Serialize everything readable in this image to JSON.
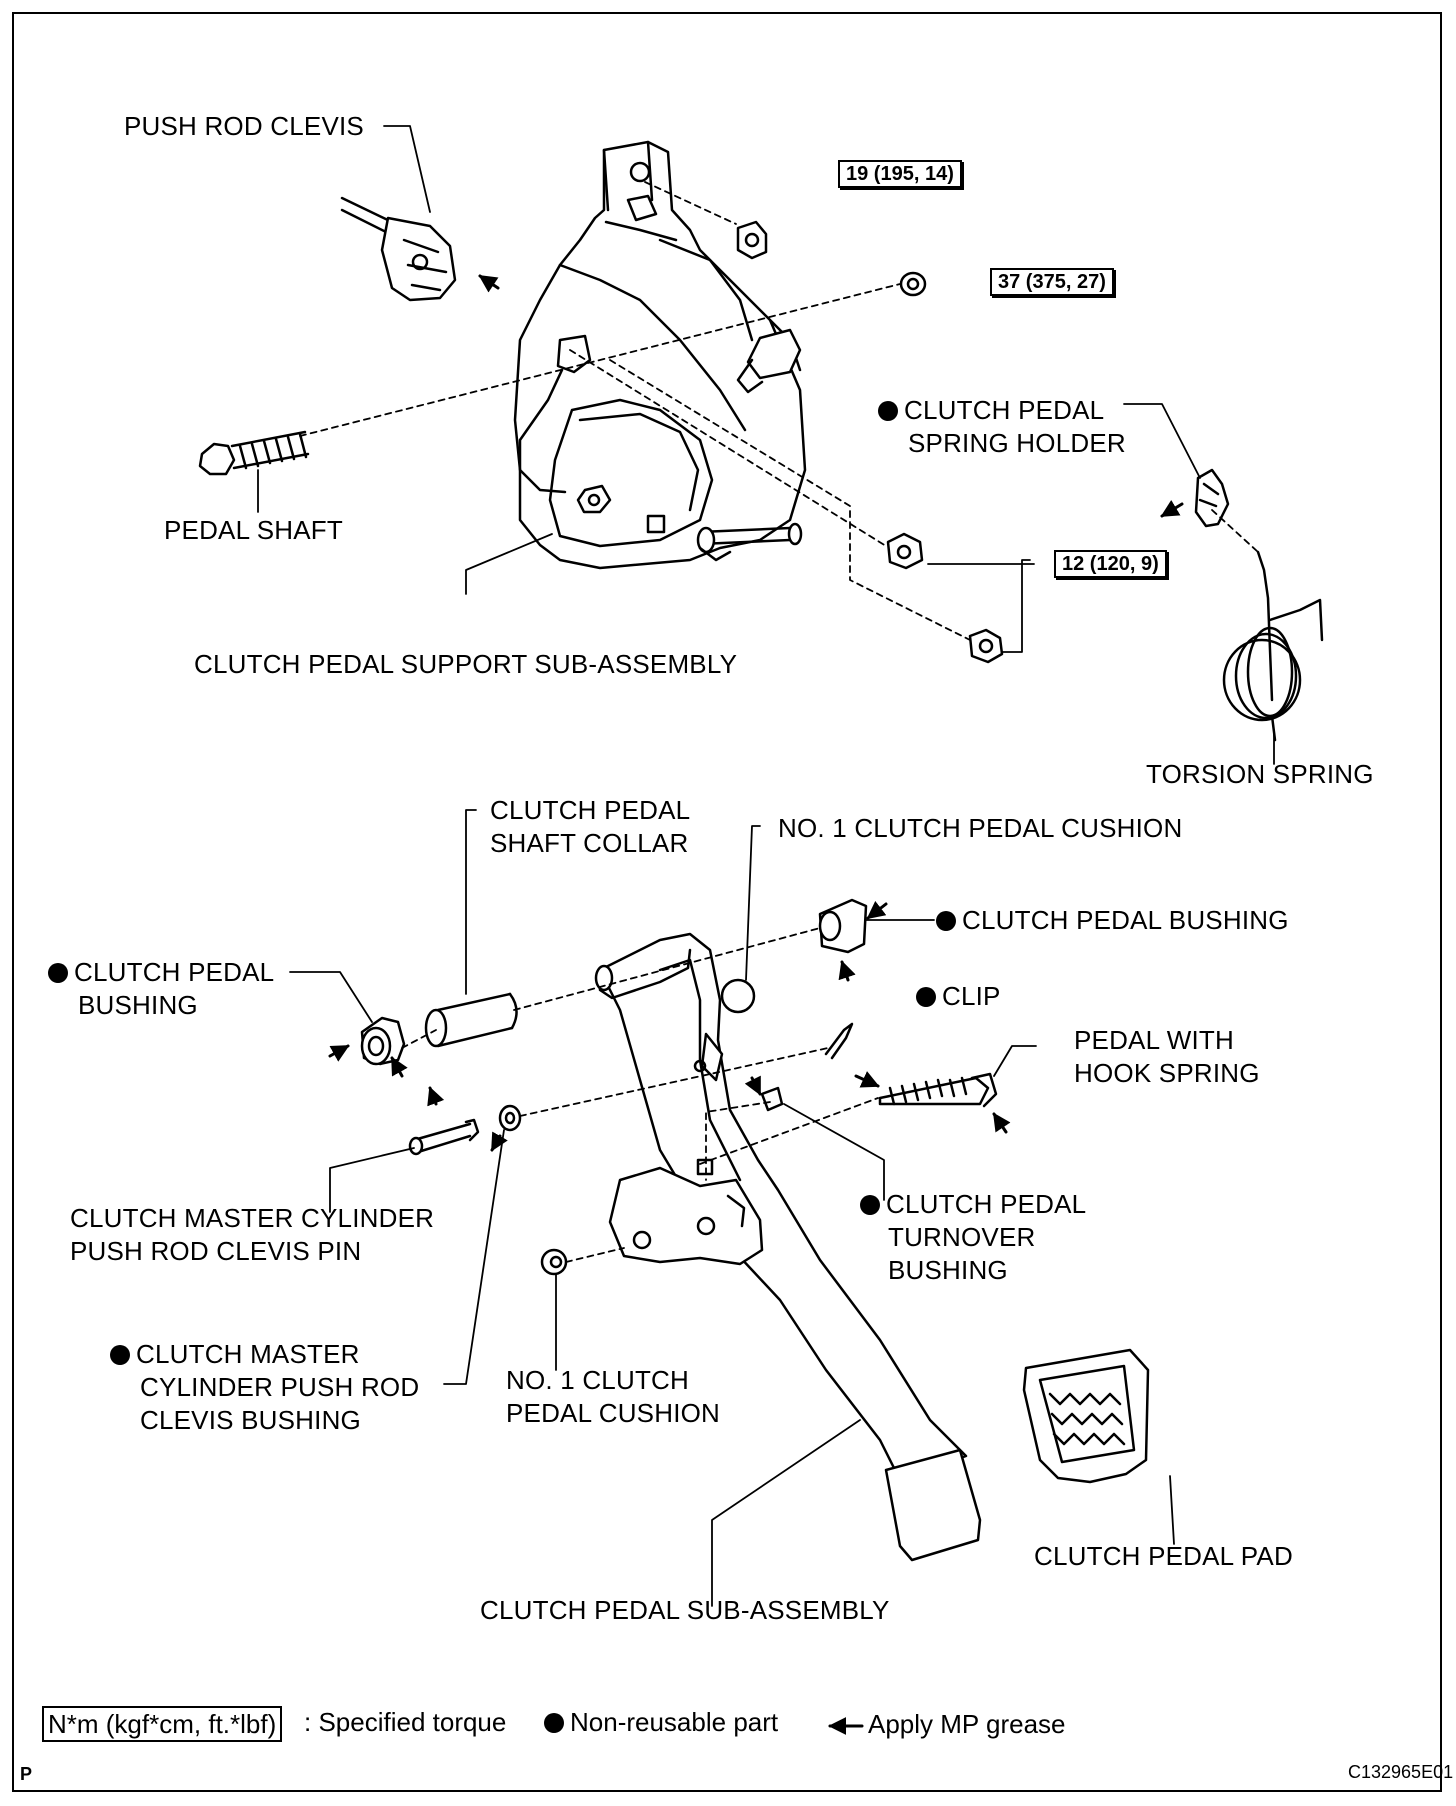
{
  "labels": {
    "push_rod_clevis": "PUSH ROD CLEVIS",
    "pedal_shaft": "PEDAL SHAFT",
    "support_sub_assembly": "CLUTCH PEDAL SUPPORT SUB-ASSEMBLY",
    "spring_holder_line1": "CLUTCH PEDAL",
    "spring_holder_line2": "SPRING HOLDER",
    "torsion_spring": "TORSION SPRING",
    "shaft_collar_line1": "CLUTCH PEDAL",
    "shaft_collar_line2": "SHAFT COLLAR",
    "no1_cushion_top": "NO. 1 CLUTCH PEDAL CUSHION",
    "bushing_right": "CLUTCH PEDAL BUSHING",
    "bushing_left_line1": "CLUTCH PEDAL",
    "bushing_left_line2": "BUSHING",
    "clip": "CLIP",
    "hook_spring_line1": "PEDAL WITH",
    "hook_spring_line2": "HOOK SPRING",
    "clevis_pin_line1": "CLUTCH MASTER CYLINDER",
    "clevis_pin_line2": "PUSH ROD CLEVIS PIN",
    "turnover_line1": "CLUTCH PEDAL",
    "turnover_line2": "TURNOVER",
    "turnover_line3": "BUSHING",
    "clevis_bushing_line1": "CLUTCH MASTER",
    "clevis_bushing_line2": "CYLINDER PUSH ROD",
    "clevis_bushing_line3": "CLEVIS BUSHING",
    "no1_cushion_bottom_line1": "NO. 1 CLUTCH",
    "no1_cushion_bottom_line2": "PEDAL CUSHION",
    "pedal_pad": "CLUTCH PEDAL PAD",
    "pedal_sub_assembly": "CLUTCH PEDAL SUB-ASSEMBLY"
  },
  "torques": {
    "t1": "19 (195, 14)",
    "t2": "37 (375, 27)",
    "t3": "12 (120, 9)"
  },
  "legend": {
    "torque_key": "N*m (kgf*cm, ft.*lbf)",
    "torque_text": ": Specified torque",
    "nonreusable_text": "Non-reusable part",
    "grease_text": "Apply MP grease"
  },
  "footer": {
    "page_mark": "P",
    "figure_code": "C132965E01"
  }
}
